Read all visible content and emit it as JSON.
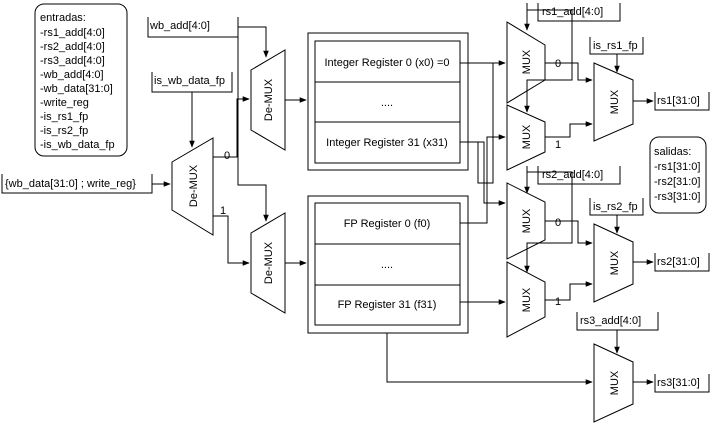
{
  "inputs_box": {
    "title": "entradas:",
    "items": [
      "-rs1_add[4:0]",
      "-rs2_add[4:0]",
      "-rs3_add[4:0]",
      "-wb_add[4:0]",
      "-wb_data[31:0]",
      "-write_reg",
      "-is_rs1_fp",
      "-is_rs2_fp",
      "-is_wb_data_fp"
    ]
  },
  "outputs_box": {
    "title": "salidas:",
    "items": [
      "-rs1[31:0]",
      "-rs2[31:0]",
      "-rs3[31:0]"
    ]
  },
  "signals": {
    "wb_add": "wb_add[4:0]",
    "is_wb_data_fp": "is_wb_data_fp",
    "wb_bus": "{wb_data[31:0] ; write_reg}",
    "rs1_add": "rs1_add[4:0]",
    "rs2_add": "rs2_add[4:0]",
    "rs3_add": "rs3_add[4:0]",
    "is_rs1_fp": "is_rs1_fp",
    "is_rs2_fp": "is_rs2_fp",
    "rs1_out": "rs1[31:0]",
    "rs2_out": "rs2[31:0]",
    "rs3_out": "rs3[31:0]"
  },
  "blocks": {
    "demux_main": "De-MUX",
    "demux_int": "De-MUX",
    "demux_fp": "De-MUX",
    "mux": "MUX"
  },
  "int_regfile": {
    "rows": [
      "Integer Register 0 (x0) =0",
      "....",
      "Integer Register 31 (x31)"
    ]
  },
  "fp_regfile": {
    "rows": [
      "FP Register 0 (f0)",
      "....",
      "FP Register 31 (f31)"
    ]
  },
  "select_labels": {
    "zero": "0",
    "one": "1"
  }
}
